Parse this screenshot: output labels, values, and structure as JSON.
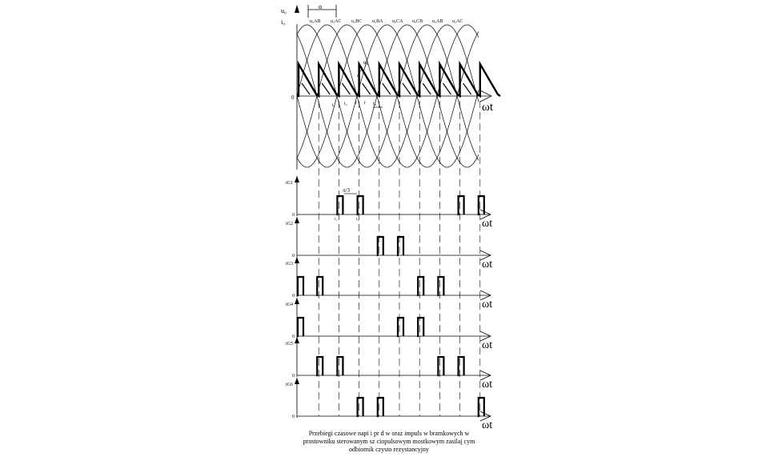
{
  "top_plot": {
    "y_labels": [
      "u₀",
      "i₀"
    ],
    "zero_label": "0",
    "x_label": "ωt",
    "alpha_label": "α",
    "curve_labels": [
      "u₂AB",
      "u₂AC",
      "u₂BC",
      "u₂BA",
      "u₂CA",
      "u₂CB",
      "u₂AB",
      "u₂AC"
    ],
    "ud_label": "u₀",
    "t_labels": [
      "t₁",
      "t₂",
      "t",
      "t",
      "t₃"
    ]
  },
  "pulse_plots": [
    {
      "label": "iG1",
      "zero": "0",
      "x_label": "ωt",
      "extra": "π/3",
      "t_marks": [
        "t₁",
        "t₂"
      ]
    },
    {
      "label": "iG2",
      "zero": "0",
      "x_label": "ωt"
    },
    {
      "label": "iG3",
      "zero": "0",
      "x_label": "ωt"
    },
    {
      "label": "iG4",
      "zero": "0",
      "x_label": "ωt"
    },
    {
      "label": "iG5",
      "zero": "0",
      "x_label": "ωt"
    },
    {
      "label": "iG6",
      "zero": "0",
      "x_label": "ωt"
    }
  ],
  "pulse_phases": [
    [
      2,
      3,
      8,
      9
    ],
    [
      4,
      5
    ],
    [
      0,
      1,
      6,
      7
    ],
    [
      0,
      5,
      6
    ],
    [
      1,
      2,
      7,
      8
    ],
    [
      3,
      4,
      9
    ]
  ],
  "caption": [
    "Przebiegi czasowe napi    i pr  d   w oraz impuls   w bramkowych w",
    "prostowniku sterowanym sz  ciopulsowym mostkowym zasilaj  cym",
    "odbiornik czysto rezystancyjny"
  ]
}
